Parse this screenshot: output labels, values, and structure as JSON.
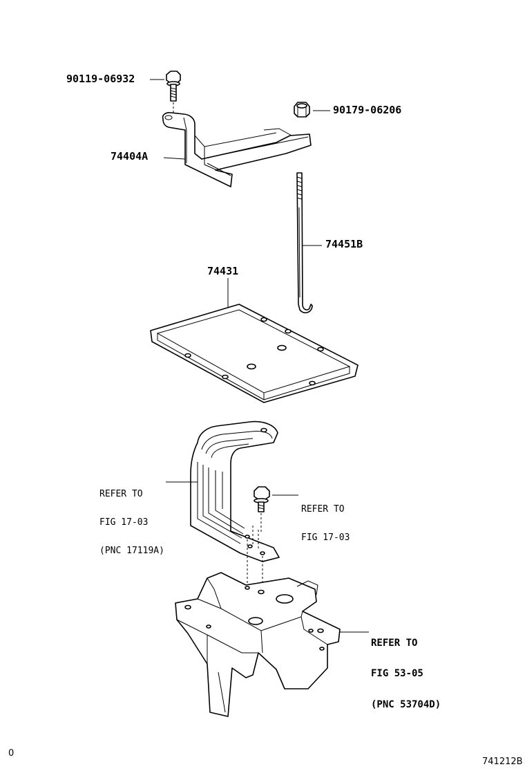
{
  "labels": {
    "bolt_top": "90119-06932",
    "nut_top": "90179-06206",
    "clamp": "74404A",
    "rod": "74451B",
    "tray": "74431"
  },
  "references": {
    "bracket": {
      "line1": "REFER TO",
      "line2": "FIG 17-03",
      "line3": "(PNC 17119A)"
    },
    "bolt": {
      "line1": "REFER TO",
      "line2": "FIG 17-03"
    },
    "panel": {
      "line1": "REFER TO",
      "line2": "FIG 53-05",
      "line3": "(PNC 53704D)"
    }
  },
  "footer": {
    "left": "0",
    "right": "741212B"
  }
}
